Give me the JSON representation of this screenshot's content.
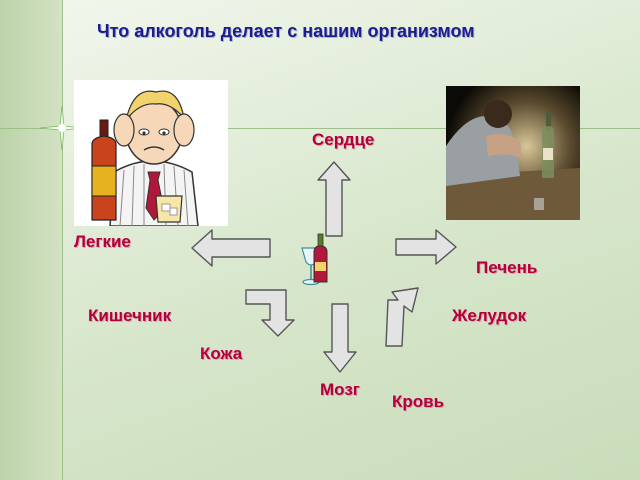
{
  "slide": {
    "title": "Что алкоголь делает с нашим организмом"
  },
  "organs": {
    "heart": "Сердце",
    "lungs": "Легкие",
    "liver": "Печень",
    "intestine": "Кишечник",
    "stomach": "Желудок",
    "skin": "Кожа",
    "brain": "Мозг",
    "blood": "Кровь"
  },
  "colors": {
    "title": "#1d1b8f",
    "labels": "#b3003b",
    "arrow_fill": "#e3e3e3",
    "arrow_stroke": "#555555"
  },
  "images": {
    "left": "cartoon-drunk-man-with-bottle",
    "right": "photo-man-with-bottle-at-table",
    "center": "bottle-and-glass-icon"
  }
}
